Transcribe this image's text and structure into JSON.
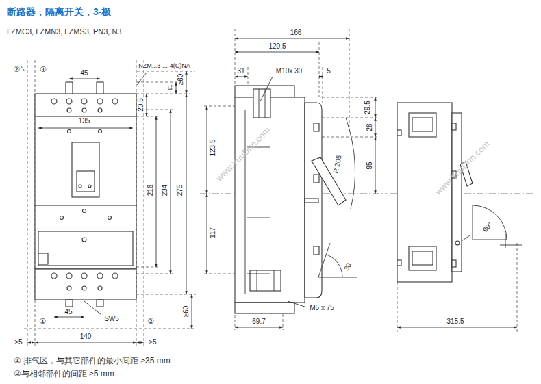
{
  "diagram": {
    "title": "断路器，隔离开关，3-极",
    "labels": [
      "LZMC3, LZMN3, LZMS3, PN3, N3",
      "166",
      "120.5",
      "NZM...3-...-4(C)NA",
      "②",
      "①",
      "31",
      "M10x 30",
      "5",
      "45",
      "≥60",
      "11",
      "20.5",
      "29.5",
      "135",
      "28",
      "123.5",
      "www.YuuDnn.com",
      "R 205",
      "95",
      "www.YuuDnn.com",
      "216",
      "234",
      "275",
      "90°",
      "117",
      "30",
      "M5 x 75",
      "45",
      "≥60",
      "69.7",
      "SW5",
      "①",
      "②",
      "315.5",
      "≥5",
      "140",
      "≥5",
      "① 排气区，与其它部件的最小间距 ≥35 mm",
      "②与相邻部件的间距 ≥5 mm"
    ]
  }
}
